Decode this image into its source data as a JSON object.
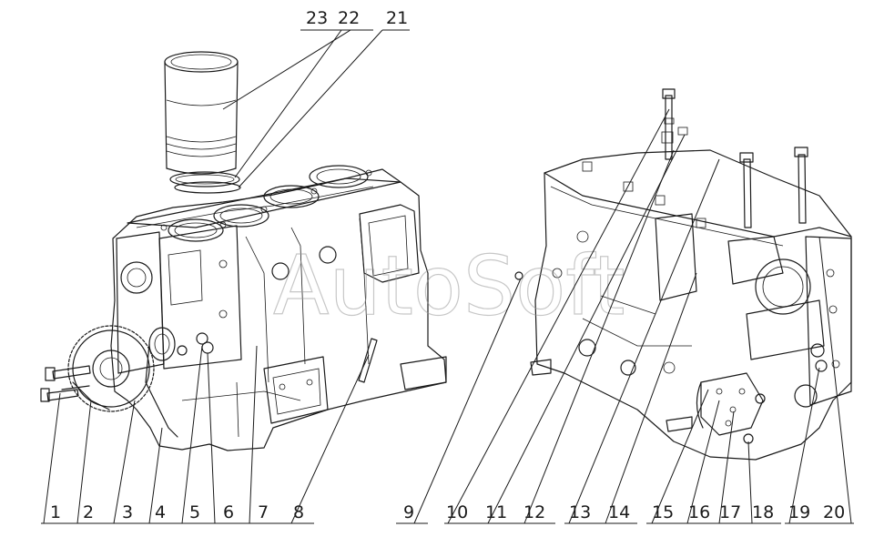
{
  "watermark": "AutoSoft",
  "callouts_bottom": [
    "1",
    "2",
    "3",
    "4",
    "5",
    "6",
    "7",
    "8",
    "9",
    "10",
    "11",
    "12",
    "13",
    "14",
    "15",
    "16",
    "17",
    "18",
    "19",
    "20"
  ],
  "callouts_top": [
    "23",
    "22",
    "21"
  ],
  "colors": {
    "ink": "#1a1a1a",
    "watermark": "#9a9a9a",
    "background": "#ffffff"
  }
}
